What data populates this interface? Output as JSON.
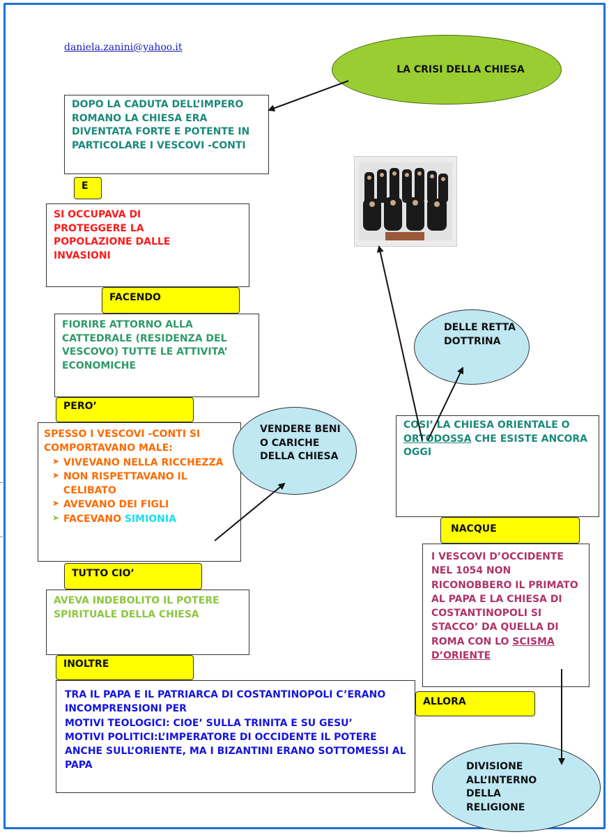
{
  "email": "daniela.zanini@yahoo.it",
  "title_ellipse": "LA CRISI DELLA CHIESA",
  "box_dopo": "DOPO LA CADUTA DELL’IMPERO ROMANO LA CHIESA ERA DIVENTATA FORTE E POTENTE IN PARTICOLARE I VESCOVI -CONTI",
  "tag_e": "E",
  "box_occupava": "SI OCCUPAVA DI PROTEGGERE LA POPOLAZIONE DALLE INVASIONI",
  "tag_facendo": "FACENDO",
  "box_fiorire": "FIORIRE  ATTORNO ALLA CATTEDRALE (RESIDENZA DEL VESCOVO) TUTTE LE ATTIVITA’ ECONOMICHE",
  "tag_pero": "PERO’",
  "box_spesso": {
    "intro": "SPESSO I VESCOVI -CONTI SI COMPORTAVANO MALE:",
    "items": [
      "VIVEVANO NELLA RICCHEZZA",
      "NON RISPETTAVANO IL CELIBATO",
      "AVEVANO DEI FIGLI"
    ],
    "last_prefix": "FACEVANO ",
    "last_highlight": "SIMIONIA"
  },
  "ellipse_vendere": "VENDERE BENI O CARICHE DELLA CHIESA",
  "tag_tutto": "TUTTO CIO’",
  "box_aveva": "AVEVA INDEBOLITO IL POTERE SPIRITUALE DELLA CHIESA",
  "tag_inoltre": "INOLTRE",
  "box_tra": {
    "line1": "TRA IL PAPA E IL PATRIARCA DI COSTANTINOPOLI C’ERANO INCOMPRENSIONI PER",
    "line2": "MOTIVI TEOLOGICI: CIOE’ SULLA TRINITA E SU GESU’",
    "line3": "MOTIVI POLITICI:L’IMPERATORE DI OCCIDENTE IL POTERE ANCHE SULL’ORIENTE, MA I BIZANTINI ERANO SOTTOMESSI AL PAPA"
  },
  "ellipse_retta": "DELLE RETTA DOTTRINA",
  "box_cosi": {
    "part1": "COSI’ LA CHIESA ORIENTALE O ",
    "underlined": "ORTODOSSA",
    "part2": " CHE ESISTE ANCORA OGGI"
  },
  "tag_nacque": "NACQUE",
  "box_vescovi": {
    "part1": "I VESCOVI D’OCCIDENTE NEL 1054 NON RICONOBBERO IL PRIMATO AL PAPA E LA CHIESA DI COSTANTINOPOLI SI STACCO’ DA QUELLA DI ROMA CON LO ",
    "underlined": "SCISMA D’ORIENTE"
  },
  "tag_allora": "ALLORA",
  "ellipse_divisione": "DIVISIONE ALL’INTERNO DELLA RELIGIONE",
  "colors": {
    "border": "#1f6fd6",
    "tag_yellow": "#ffff00",
    "title_green": "#9acd32",
    "ellipse_blue": "#bfe8f2"
  },
  "photo": "photo of orthodox bishops group"
}
